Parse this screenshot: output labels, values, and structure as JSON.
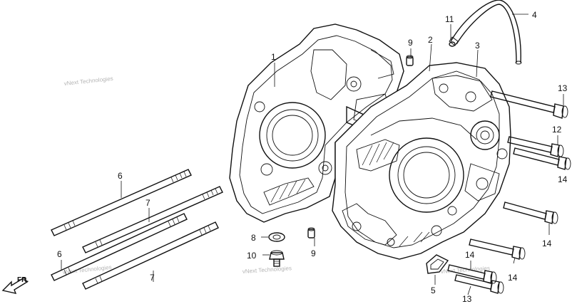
{
  "watermark": "vNext Technologies",
  "front_marker": "FR.",
  "callouts": {
    "c1": "1",
    "c2": "2",
    "c3": "3",
    "c4": "4",
    "c5": "5",
    "c6a": "6",
    "c6b": "6",
    "c7a": "7",
    "c7b": "7",
    "c8": "8",
    "c9a": "9",
    "c9b": "9",
    "c10": "10",
    "c11": "11",
    "c12": "12",
    "c13a": "13",
    "c13b": "13",
    "c14a": "14",
    "c14b": "14",
    "c14c": "14",
    "c14d": "14"
  }
}
